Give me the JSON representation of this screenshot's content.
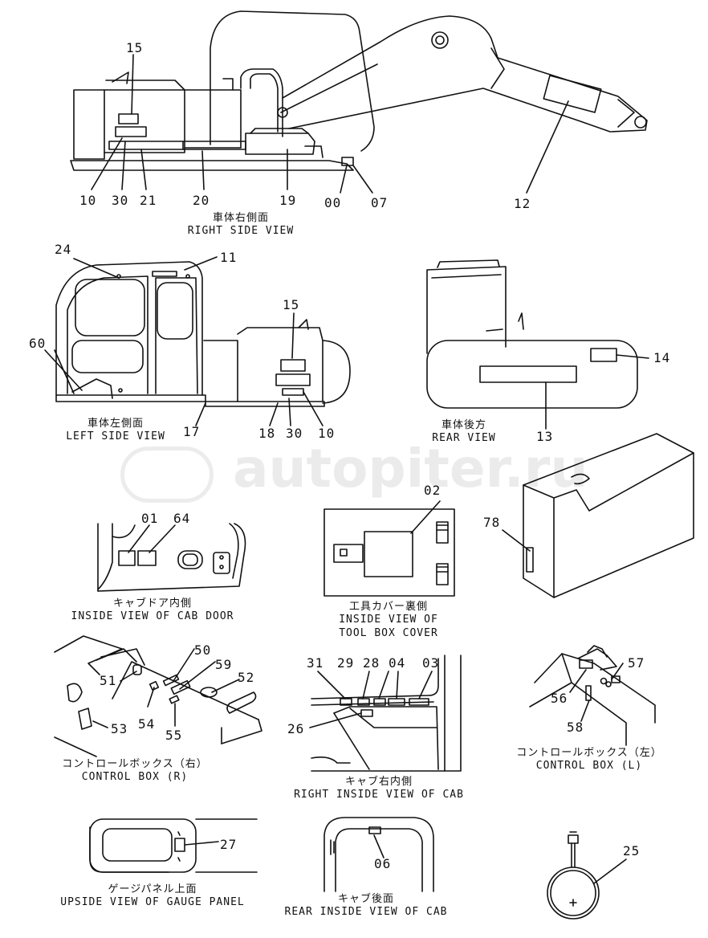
{
  "watermark": {
    "text": "autopiter.ru",
    "logo_symbol": "a>"
  },
  "views": {
    "right_side": {
      "jp": "車体右側面",
      "en": "RIGHT SIDE VIEW"
    },
    "left_side": {
      "jp": "車体左側面",
      "en": "LEFT SIDE VIEW"
    },
    "rear": {
      "jp": "車体後方",
      "en": "REAR VIEW"
    },
    "cab_door": {
      "jp": "キャブドア内側",
      "en": "INSIDE VIEW OF CAB DOOR"
    },
    "tool_box": {
      "jp": "工具カバー裏側",
      "en1": "INSIDE VIEW OF",
      "en2": "TOOL BOX COVER"
    },
    "control_r": {
      "jp": "コントロールボックス（右）",
      "en": "CONTROL BOX (R)"
    },
    "cab_right": {
      "jp": "キャブ右内側",
      "en": "RIGHT INSIDE VIEW OF CAB"
    },
    "control_l": {
      "jp": "コントロールボックス（左）",
      "en": "CONTROL BOX (L)"
    },
    "gauge": {
      "jp": "ゲージパネル上面",
      "en": "UPSIDE VIEW OF GAUGE PANEL"
    },
    "cab_rear": {
      "jp": "キャブ後面",
      "en": "REAR INSIDE VIEW OF CAB"
    }
  },
  "callouts": {
    "rs_15": "15",
    "rs_10": "10",
    "rs_30": "30",
    "rs_21": "21",
    "rs_20": "20",
    "rs_19": "19",
    "rs_00": "00",
    "rs_07": "07",
    "rs_12": "12",
    "ls_24": "24",
    "ls_11": "11",
    "ls_15": "15",
    "ls_60": "60",
    "ls_17": "17",
    "ls_18": "18",
    "ls_30": "30",
    "ls_10": "10",
    "rv_14": "14",
    "rv_13": "13",
    "cd_01": "01",
    "cd_64": "64",
    "tb_02": "02",
    "tb_78": "78",
    "cr_50": "50",
    "cr_59": "59",
    "cr_52": "52",
    "cr_51": "51",
    "cr_54": "54",
    "cr_53": "53",
    "cr_55": "55",
    "cab_31": "31",
    "cab_29": "29",
    "cab_28": "28",
    "cab_04": "04",
    "cab_03": "03",
    "cab_26": "26",
    "cl_57": "57",
    "cl_56": "56",
    "cl_58": "58",
    "gp_27": "27",
    "cr2_06": "06",
    "mis_25": "25"
  }
}
